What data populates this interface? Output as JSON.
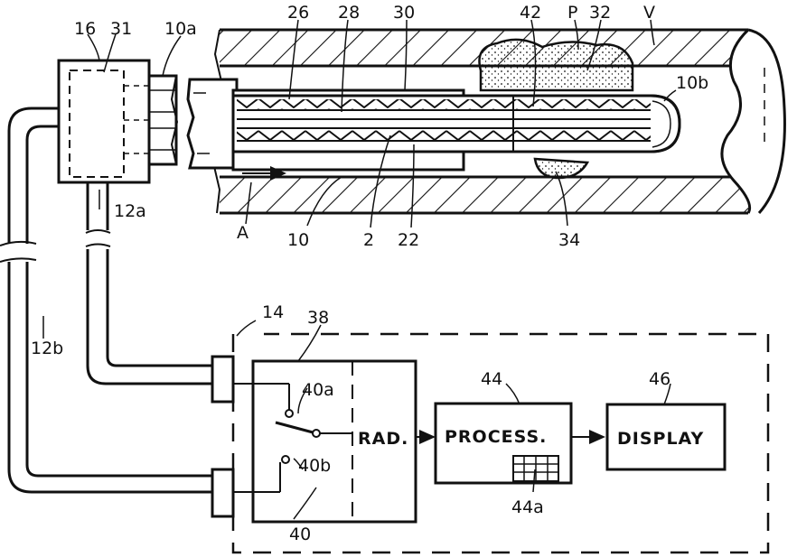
{
  "figure": {
    "labels": {
      "l16": "16",
      "l31": "31",
      "l10a": "10a",
      "l26": "26",
      "l28": "28",
      "l30": "30",
      "l42": "42",
      "lP": "P",
      "l32": "32",
      "lV": "V",
      "l10b": "10b",
      "l12a": "12a",
      "lA": "A",
      "l10": "10",
      "l2": "2",
      "l22": "22",
      "l34": "34",
      "l14": "14",
      "l38": "38",
      "l12b": "12b",
      "l40a": "40a",
      "l40b": "40b",
      "l40": "40",
      "l44": "44",
      "l46": "46",
      "l44a": "44a"
    },
    "boxes": {
      "radiation": "RAD.",
      "processor": "PROCESS.",
      "display": "DISPLAY"
    }
  }
}
